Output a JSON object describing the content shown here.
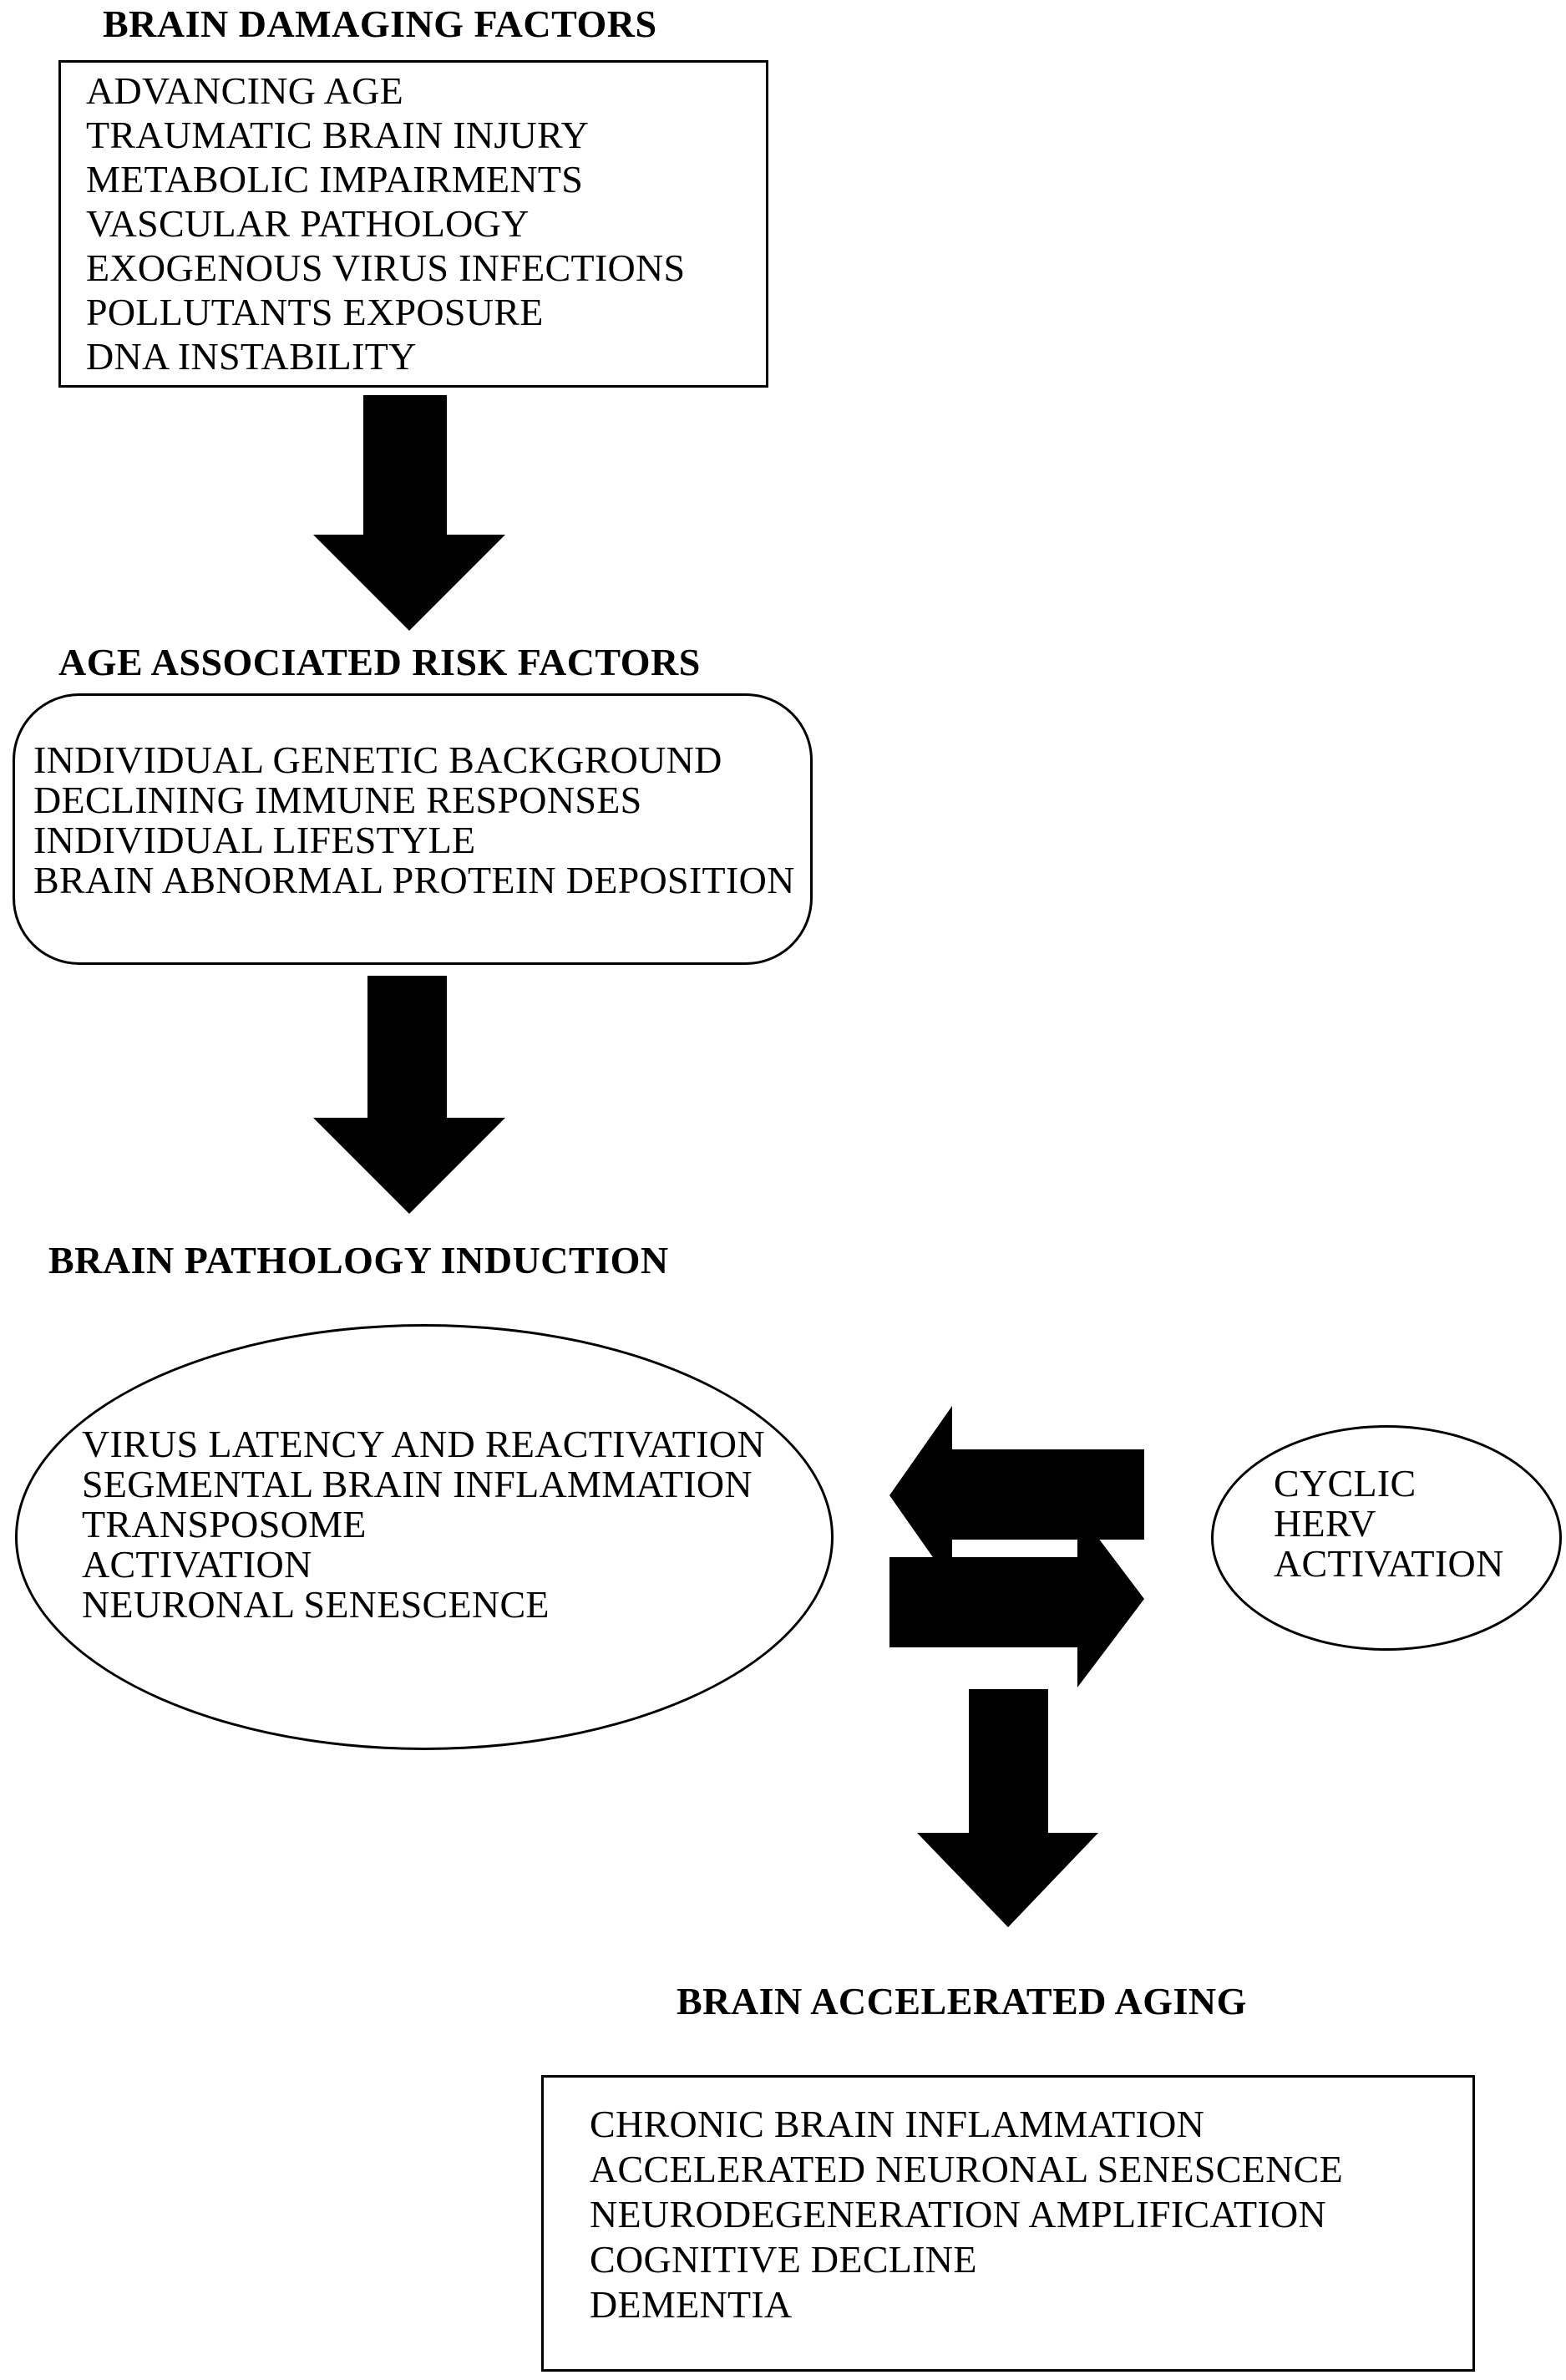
{
  "damaging": {
    "heading": "BRAIN DAMAGING FACTORS",
    "items": [
      "ADVANCING AGE",
      "TRAUMATIC BRAIN INJURY",
      "METABOLIC IMPAIRMENTS",
      "VASCULAR PATHOLOGY",
      "EXOGENOUS VIRUS INFECTIONS",
      "POLLUTANTS EXPOSURE",
      "DNA INSTABILITY"
    ]
  },
  "risk": {
    "heading": "AGE ASSOCIATED RISK FACTORS",
    "items": [
      "INDIVIDUAL GENETIC BACKGROUND",
      "DECLINING IMMUNE RESPONSES",
      "INDIVIDUAL LIFESTYLE",
      "BRAIN ABNORMAL PROTEIN DEPOSITION"
    ]
  },
  "pathology": {
    "heading": "BRAIN PATHOLOGY INDUCTION",
    "items": [
      "VIRUS LATENCY AND REACTIVATION",
      "SEGMENTAL BRAIN INFLAMMATION",
      "TRANSPOSOME",
      "ACTIVATION",
      "NEURONAL SENESCENCE"
    ]
  },
  "herv": {
    "items": [
      "CYCLIC",
      "HERV",
      "ACTIVATION"
    ]
  },
  "aging": {
    "heading": "BRAIN ACCELERATED AGING",
    "items": [
      "CHRONIC BRAIN INFLAMMATION",
      "ACCELERATED NEURONAL SENESCENCE",
      "NEURODEGENERATION AMPLIFICATION",
      "COGNITIVE DECLINE",
      "DEMENTIA"
    ]
  }
}
